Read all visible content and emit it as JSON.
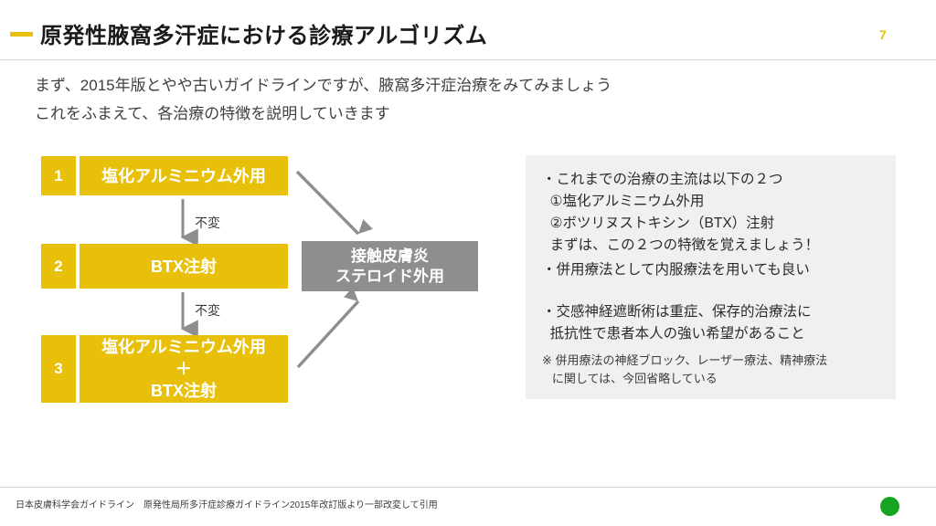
{
  "header": {
    "title": "原発性腋窩多汗症における診療アルゴリズム",
    "page_number": "7",
    "accent_color": "#e8c00a"
  },
  "subtitle": {
    "line1": "まず、2015年版とやや古いガイドラインですが、腋窩多汗症治療をみてみましょう",
    "line2": "これをふまえて、各治療の特徴を説明していきます"
  },
  "flowchart": {
    "box_color": "#e8c00a",
    "gray_box_color": "#8e8e8e",
    "arrow_color": "#8e8e8e",
    "steps": [
      {
        "number": "1",
        "label_line1": "塩化アルミニウム外用",
        "label_line2": "",
        "label_line3": ""
      },
      {
        "number": "2",
        "label_line1": "BTX注射",
        "label_line2": "",
        "label_line3": ""
      },
      {
        "number": "3",
        "label_line1": "塩化アルミニウム外用",
        "label_line2": "＋",
        "label_line3": "BTX注射"
      }
    ],
    "transition_labels": [
      "不変",
      "不変"
    ],
    "side_box": {
      "line1": "接触皮膚炎",
      "line2": "ステロイド外用"
    }
  },
  "info_panel": {
    "background_color": "#f0f0f0",
    "items": [
      "・これまでの治療の主流は以下の２つ\n  ①塩化アルミニウム外用\n  ②ボツリヌストキシン（BTX）注射\n  まずは、この２つの特徴を覚えましょう！",
      "・併用療法として内服療法を用いても良い",
      "・交感神経遮断術は重症、保存的治療法に\n  抵抗性で患者本人の強い希望があること"
    ],
    "note": "※ 併用療法の神経ブロック、レーザー療法、精神療法\n   に関しては、今回省略している"
  },
  "footer": {
    "source": "日本皮膚科学会ガイドライン　原発性局所多汗症診療ガイドライン2015年改訂版より一部改変して引用",
    "logo_color": "#16a520"
  }
}
